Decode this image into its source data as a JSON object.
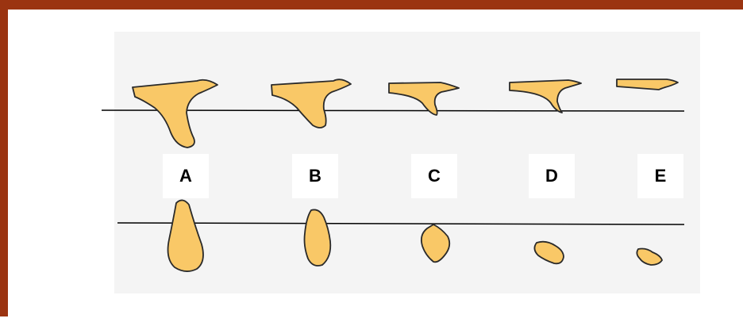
{
  "labels": [
    "A",
    "B",
    "C",
    "D",
    "E"
  ],
  "colors": {
    "border": "#9b3411",
    "panel": "#f4f4f4",
    "shape_fill": "#f9c867",
    "outline": "#2a2a2a",
    "line": "#000000"
  }
}
